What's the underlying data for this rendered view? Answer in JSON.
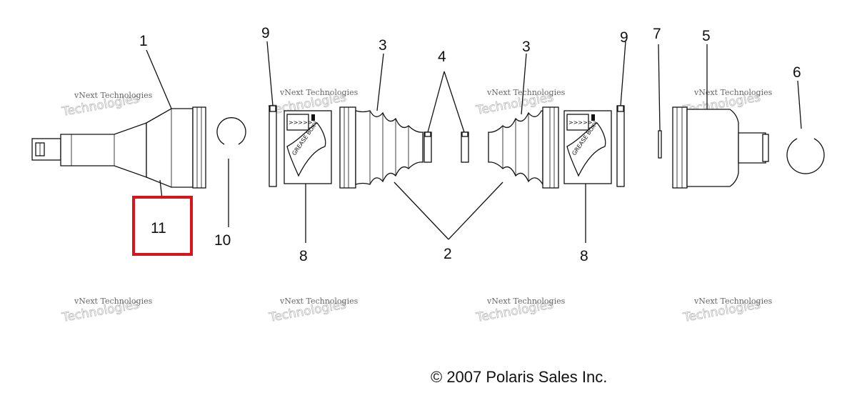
{
  "diagram": {
    "callouts": {
      "c1": "1",
      "c2": "2",
      "c3a": "3",
      "c3b": "3",
      "c4": "4",
      "c5": "5",
      "c6": "6",
      "c7": "7",
      "c8a": "8",
      "c8b": "8",
      "c9a": "9",
      "c9b": "9",
      "c10": "10",
      "c11": "11"
    },
    "highlight_color": "#d9141b",
    "bag_label": "GREASE BOX",
    "bag_arrows": ">>>>>>",
    "copyright": "© 2007 Polaris Sales Inc."
  },
  "watermark": {
    "line1": "vNext Technologies",
    "line2": "Technologies",
    "small": "vNext"
  }
}
